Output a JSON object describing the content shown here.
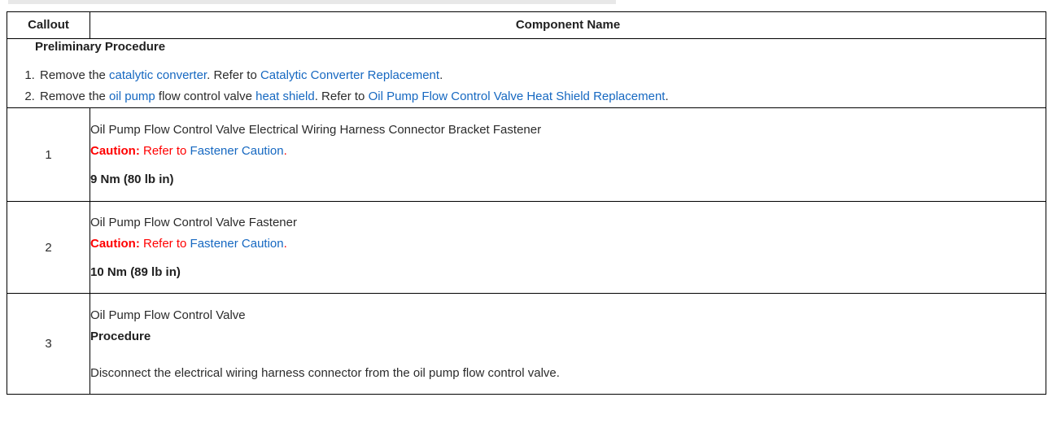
{
  "colors": {
    "link": "#1668c1",
    "caution": "#ff0000",
    "text": "#2b2b2b",
    "border": "#000000",
    "top_strip": "#e8e8e8"
  },
  "table": {
    "headers": {
      "callout": "Callout",
      "component_name": "Component Name"
    },
    "preliminary": {
      "title": "Preliminary Procedure",
      "steps": [
        {
          "index": "1",
          "segments": [
            {
              "text": "Remove the ",
              "style": "plain"
            },
            {
              "text": "catalytic converter",
              "style": "link"
            },
            {
              "text": ". Refer to ",
              "style": "plain"
            },
            {
              "text": "Catalytic Converter Replacement",
              "style": "link"
            },
            {
              "text": ".",
              "style": "plain"
            }
          ]
        },
        {
          "index": "2",
          "segments": [
            {
              "text": "Remove the ",
              "style": "plain"
            },
            {
              "text": "oil pump",
              "style": "link"
            },
            {
              "text": " flow control valve ",
              "style": "plain"
            },
            {
              "text": "heat shield",
              "style": "link"
            },
            {
              "text": ". Refer to ",
              "style": "plain"
            },
            {
              "text": "Oil Pump Flow Control Valve Heat Shield Replacement",
              "style": "link"
            },
            {
              "text": ".",
              "style": "plain"
            }
          ]
        }
      ]
    },
    "rows": [
      {
        "callout": "1",
        "title": "Oil Pump Flow Control Valve Electrical Wiring Harness Connector Bracket Fastener",
        "caution_label": "Caution:",
        "caution_prefix": " Refer to ",
        "caution_link": "Fastener Caution",
        "caution_suffix": ".",
        "torque": "9 Nm (80 lb in)"
      },
      {
        "callout": "2",
        "title": "Oil Pump Flow Control Valve Fastener",
        "caution_label": "Caution:",
        "caution_prefix": " Refer to ",
        "caution_link": "Fastener Caution",
        "caution_suffix": ".",
        "torque": "10 Nm (89 lb in)"
      },
      {
        "callout": "3",
        "title": "Oil Pump Flow Control Valve",
        "sub_head": "Procedure",
        "sub_body": "Disconnect the electrical wiring harness connector from the oil pump flow control valve."
      }
    ]
  }
}
